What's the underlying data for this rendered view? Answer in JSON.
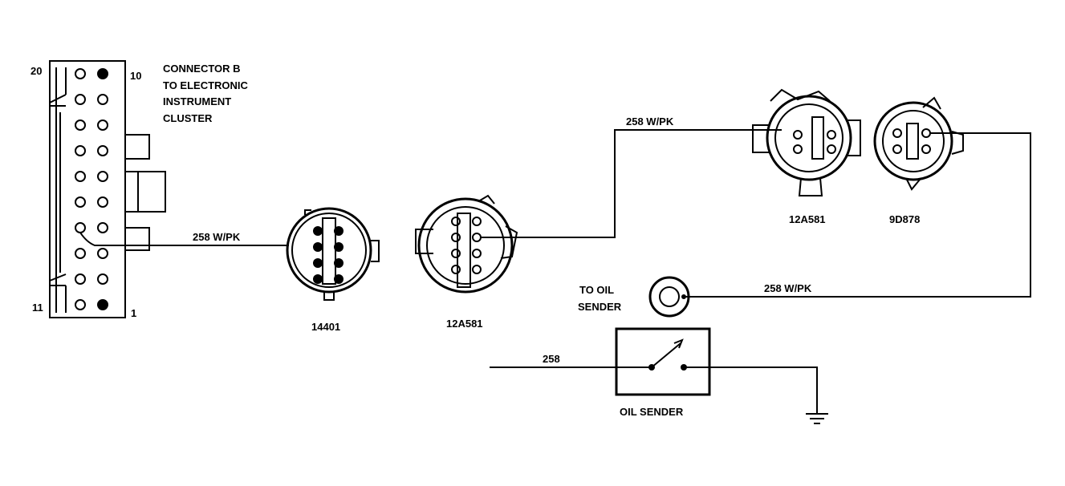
{
  "connector_b": {
    "title_lines": [
      "CONNECTOR B",
      "TO ELECTRONIC",
      "INSTRUMENT",
      "CLUSTER"
    ],
    "pin_20": "20",
    "pin_10": "10",
    "pin_11": "11",
    "pin_1": "1"
  },
  "wires": {
    "w1": "258 W/PK",
    "w2": "258 W/PK",
    "w3": "258 W/PK",
    "w4": "258"
  },
  "connectors": {
    "c14401": "14401",
    "c12a581_left": "12A581",
    "c12a581_right": "12A581",
    "c9d878": "9D878"
  },
  "oil": {
    "to_oil_line1": "TO OIL",
    "to_oil_line2": "SENDER",
    "sender_label": "OIL SENDER"
  }
}
